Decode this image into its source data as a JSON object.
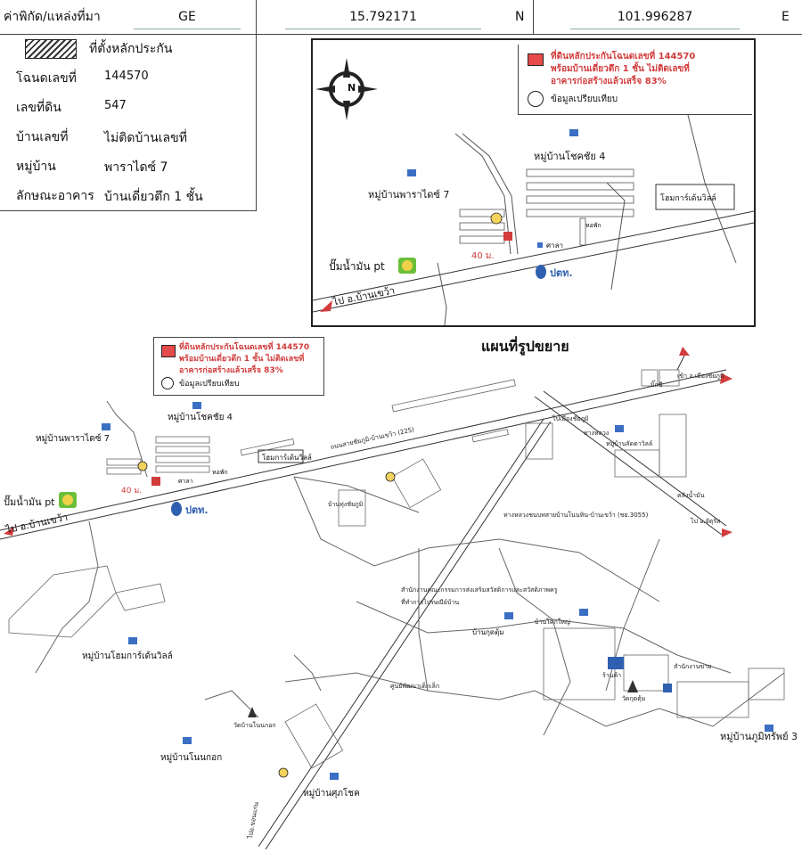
{
  "header": {
    "coord_label": "ค่าพิกัด/แหล่งที่มา",
    "source": "GE",
    "lat": "15.792171",
    "lat_dir": "N",
    "lon": "101.996287",
    "lon_dir": "E"
  },
  "legend": {
    "collateral_location": "ที่ตั้งหลักประกัน",
    "rows": [
      {
        "label": "โฉนดเลขที่",
        "value": "144570"
      },
      {
        "label": "เลขที่ดิน",
        "value": "547"
      },
      {
        "label": "บ้านเลขที่",
        "value": "ไม่ติดบ้านเลขที่"
      },
      {
        "label": "หมู่บ้าน",
        "value": "พาราไดซ์ 7"
      },
      {
        "label": "ลักษณะอาคาร",
        "value": "บ้านเดี่ยวตึก 1 ชั้น"
      }
    ]
  },
  "map_legend": {
    "title_line1": "ที่ดินหลักประกันโฉนดเลขที่ 144570",
    "title_line2": "พร้อมบ้านเดี่ยวตึก 1 ชั้น ไม่ติดเลขที่",
    "title_line3": "อาคารก่อสร้างแล้วเสร็จ 83%",
    "comparison": "ข้อมูลเปรียบเทียบ"
  },
  "inset": {
    "compass": "N",
    "village_chokchai": "หมู่บ้านโชคชัย 4",
    "village_paradise": "หมู่บ้านพาราไดซ์ 7",
    "homemart": "โฮมการ์เด้นวิลล์",
    "gas_station": "ปั๊มน้ำมัน pt",
    "road_to": "ไป อ.บ้านเขว้า",
    "distance": "40 ม.",
    "sala": "ศาลา",
    "dorm": "หอพัก",
    "ptt": "ปตท."
  },
  "main_map": {
    "title": "แผนที่รูปขยาย",
    "village_paradise": "หมู่บ้านพาราไดซ์ 7",
    "village_chokchai": "หมู่บ้านโชคชัย 4",
    "homemart": "โฮมการ์เด้นวิลล์",
    "gas_station": "ปั๊มน้ำมัน pt",
    "road_to_bankhwao": "ไป อ.บ้านเขว้า",
    "distance": "40 ม.",
    "sala": "ศาลา",
    "dorm": "หอพัก",
    "ptt": "ปตท.",
    "highway": "ถนนสายชัยภูมิ-บ้านเขว้า (225)",
    "to_mueang": "เข้า อ.เมืองชัยภูมิ",
    "to_chatturat": "ไป อ.จัตุรัส",
    "to_khon": "ไปอ.ขอนแก่น",
    "village_bottom_left": "หมู่บ้านโฮมการ์เด้นวิลล์",
    "village_phusap": "หมู่บ้านภูมิทรัพย์ 3",
    "village_nonkok": "หมู่บ้านโนนกอก",
    "village_sukchok": "หมู่บ้านศุภโชค",
    "village_kud": "บ้านกุดตุ้ม",
    "office": "สำนักงานคณะกรรมการส่งเสริมสวัสดิการและสวัสดิภาพครู",
    "post": "ที่ทำการไปรษณีย์บ้าน",
    "school": "ศูนย์พัฒนาเด็กเล็ก",
    "temple_nonkok": "วัดบ้านโนนกอก",
    "temple_kudtum": "วัดกุดตุ้ม",
    "shop": "ร้านค้า",
    "office_sale": "สำนักงานขาย",
    "village_bankhok": "บ้านโคกใหญ่",
    "bigc": "บิ๊กซี",
    "junction": "ทางหลวงชนบทสายบ้านโนนหิน-บ้านเขว้า (ชย.3055)",
    "cemetery": "บ้านทุ่งชัยภูมิ",
    "paradise_thai": "หมู่บ้านลัดดาวิลล์",
    "marker": "คลังน้ำมัน",
    "route_label": "ทางหลวง",
    "road_small": "ไปเมืองชัยภูมิ"
  }
}
